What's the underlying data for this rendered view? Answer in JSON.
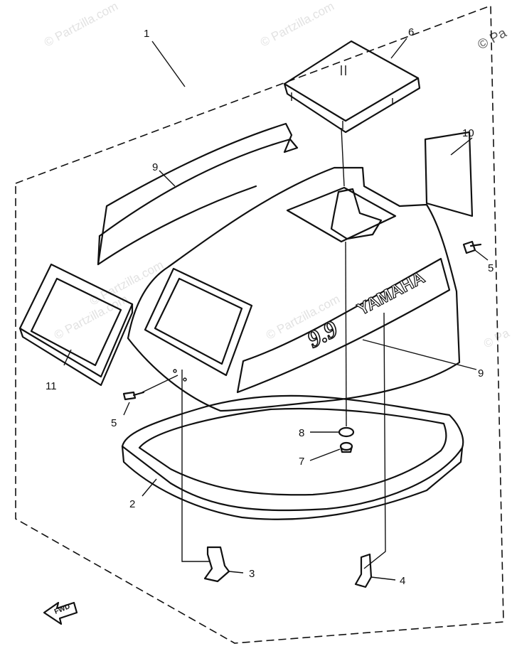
{
  "watermarks": [
    "© Partzilla.com",
    "© Partzilla.com",
    "© Pa",
    "© Partzilla.com",
    "© Partzilla.com",
    "© Partzilla.com",
    "© Pa"
  ],
  "callouts": [
    "1",
    "2",
    "3",
    "4",
    "5",
    "5",
    "6",
    "7",
    "8",
    "9",
    "9",
    "10",
    "11"
  ],
  "cowling_text": {
    "brand": "YAMAHA",
    "model": "9.9"
  },
  "fwd_label": "FWD"
}
